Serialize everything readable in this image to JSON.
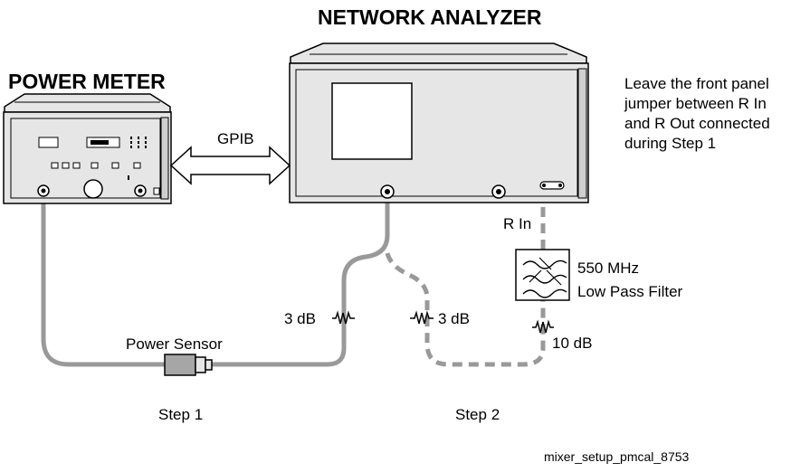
{
  "titles": {
    "network_analyzer": "NETWORK ANALYZER",
    "power_meter": "POWER METER"
  },
  "note": {
    "lines": [
      "Leave the front panel",
      "jumper between R In",
      "and R Out connected",
      "during Step 1"
    ]
  },
  "labels": {
    "gpib": "GPIB",
    "r_in": "R In",
    "filter_line1": "550 MHz",
    "filter_line2": "Low Pass Filter",
    "attenuator_step1": "3 dB",
    "attenuator_step2": "3 dB",
    "attenuator_filter": "10 dB",
    "power_sensor": "Power Sensor",
    "step1": "Step 1",
    "step2": "Step 2"
  },
  "figure_id": "mixer_setup_pmcal_8753",
  "colors": {
    "cable": "#999999",
    "outline": "#000000",
    "fill_light": "#e6e6e6",
    "fill_mid": "#cfcfcf",
    "fill_dark": "#a6a6a6"
  }
}
